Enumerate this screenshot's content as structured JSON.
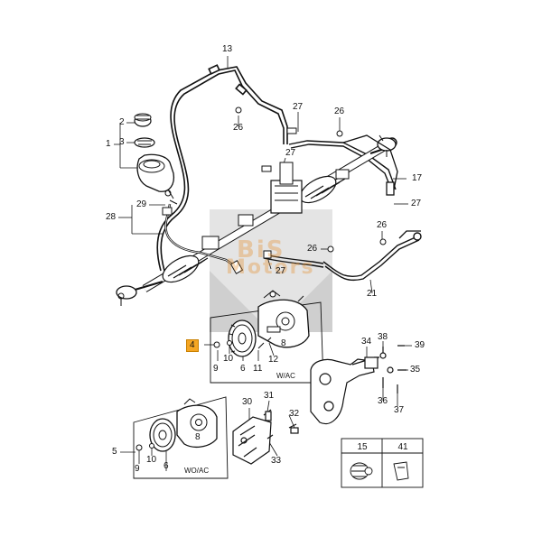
{
  "colors": {
    "line": "#111111",
    "highlight": "#f5a623",
    "watermark": "#e68c28",
    "logo_gray": "#d8d8d8"
  },
  "callouts": [
    {
      "id": "c13",
      "text": "13"
    },
    {
      "id": "c2",
      "text": "2"
    },
    {
      "id": "c1",
      "text": "1"
    },
    {
      "id": "c3",
      "text": "3"
    },
    {
      "id": "c26a",
      "text": "26"
    },
    {
      "id": "c27a",
      "text": "27"
    },
    {
      "id": "c26b",
      "text": "26"
    },
    {
      "id": "c27b",
      "text": "27"
    },
    {
      "id": "c17",
      "text": "17"
    },
    {
      "id": "c27c",
      "text": "27"
    },
    {
      "id": "c28",
      "text": "28"
    },
    {
      "id": "c29",
      "text": "29"
    },
    {
      "id": "c26c",
      "text": "26"
    },
    {
      "id": "c26d",
      "text": "26"
    },
    {
      "id": "c27d",
      "text": "27"
    },
    {
      "id": "c21",
      "text": "21"
    },
    {
      "id": "c4",
      "text": "4"
    },
    {
      "id": "c8a",
      "text": "8"
    },
    {
      "id": "c9a",
      "text": "9"
    },
    {
      "id": "c10a",
      "text": "10"
    },
    {
      "id": "c6a",
      "text": "6"
    },
    {
      "id": "c11",
      "text": "11"
    },
    {
      "id": "c12",
      "text": "12"
    },
    {
      "id": "c34",
      "text": "34"
    },
    {
      "id": "c38",
      "text": "38"
    },
    {
      "id": "c39",
      "text": "39"
    },
    {
      "id": "c35",
      "text": "35"
    },
    {
      "id": "c36",
      "text": "36"
    },
    {
      "id": "c37",
      "text": "37"
    },
    {
      "id": "c30",
      "text": "30"
    },
    {
      "id": "c31",
      "text": "31"
    },
    {
      "id": "c32",
      "text": "32"
    },
    {
      "id": "c33",
      "text": "33"
    },
    {
      "id": "c5",
      "text": "5"
    },
    {
      "id": "c8b",
      "text": "8"
    },
    {
      "id": "c9b",
      "text": "9"
    },
    {
      "id": "c10b",
      "text": "10"
    },
    {
      "id": "c6b",
      "text": "6"
    }
  ],
  "notes": {
    "wac": "W/AC",
    "woac": "WO/AC"
  },
  "legend": {
    "items": [
      "15",
      "41"
    ]
  },
  "watermark": {
    "line1": "BiS",
    "line2": "Motors"
  }
}
